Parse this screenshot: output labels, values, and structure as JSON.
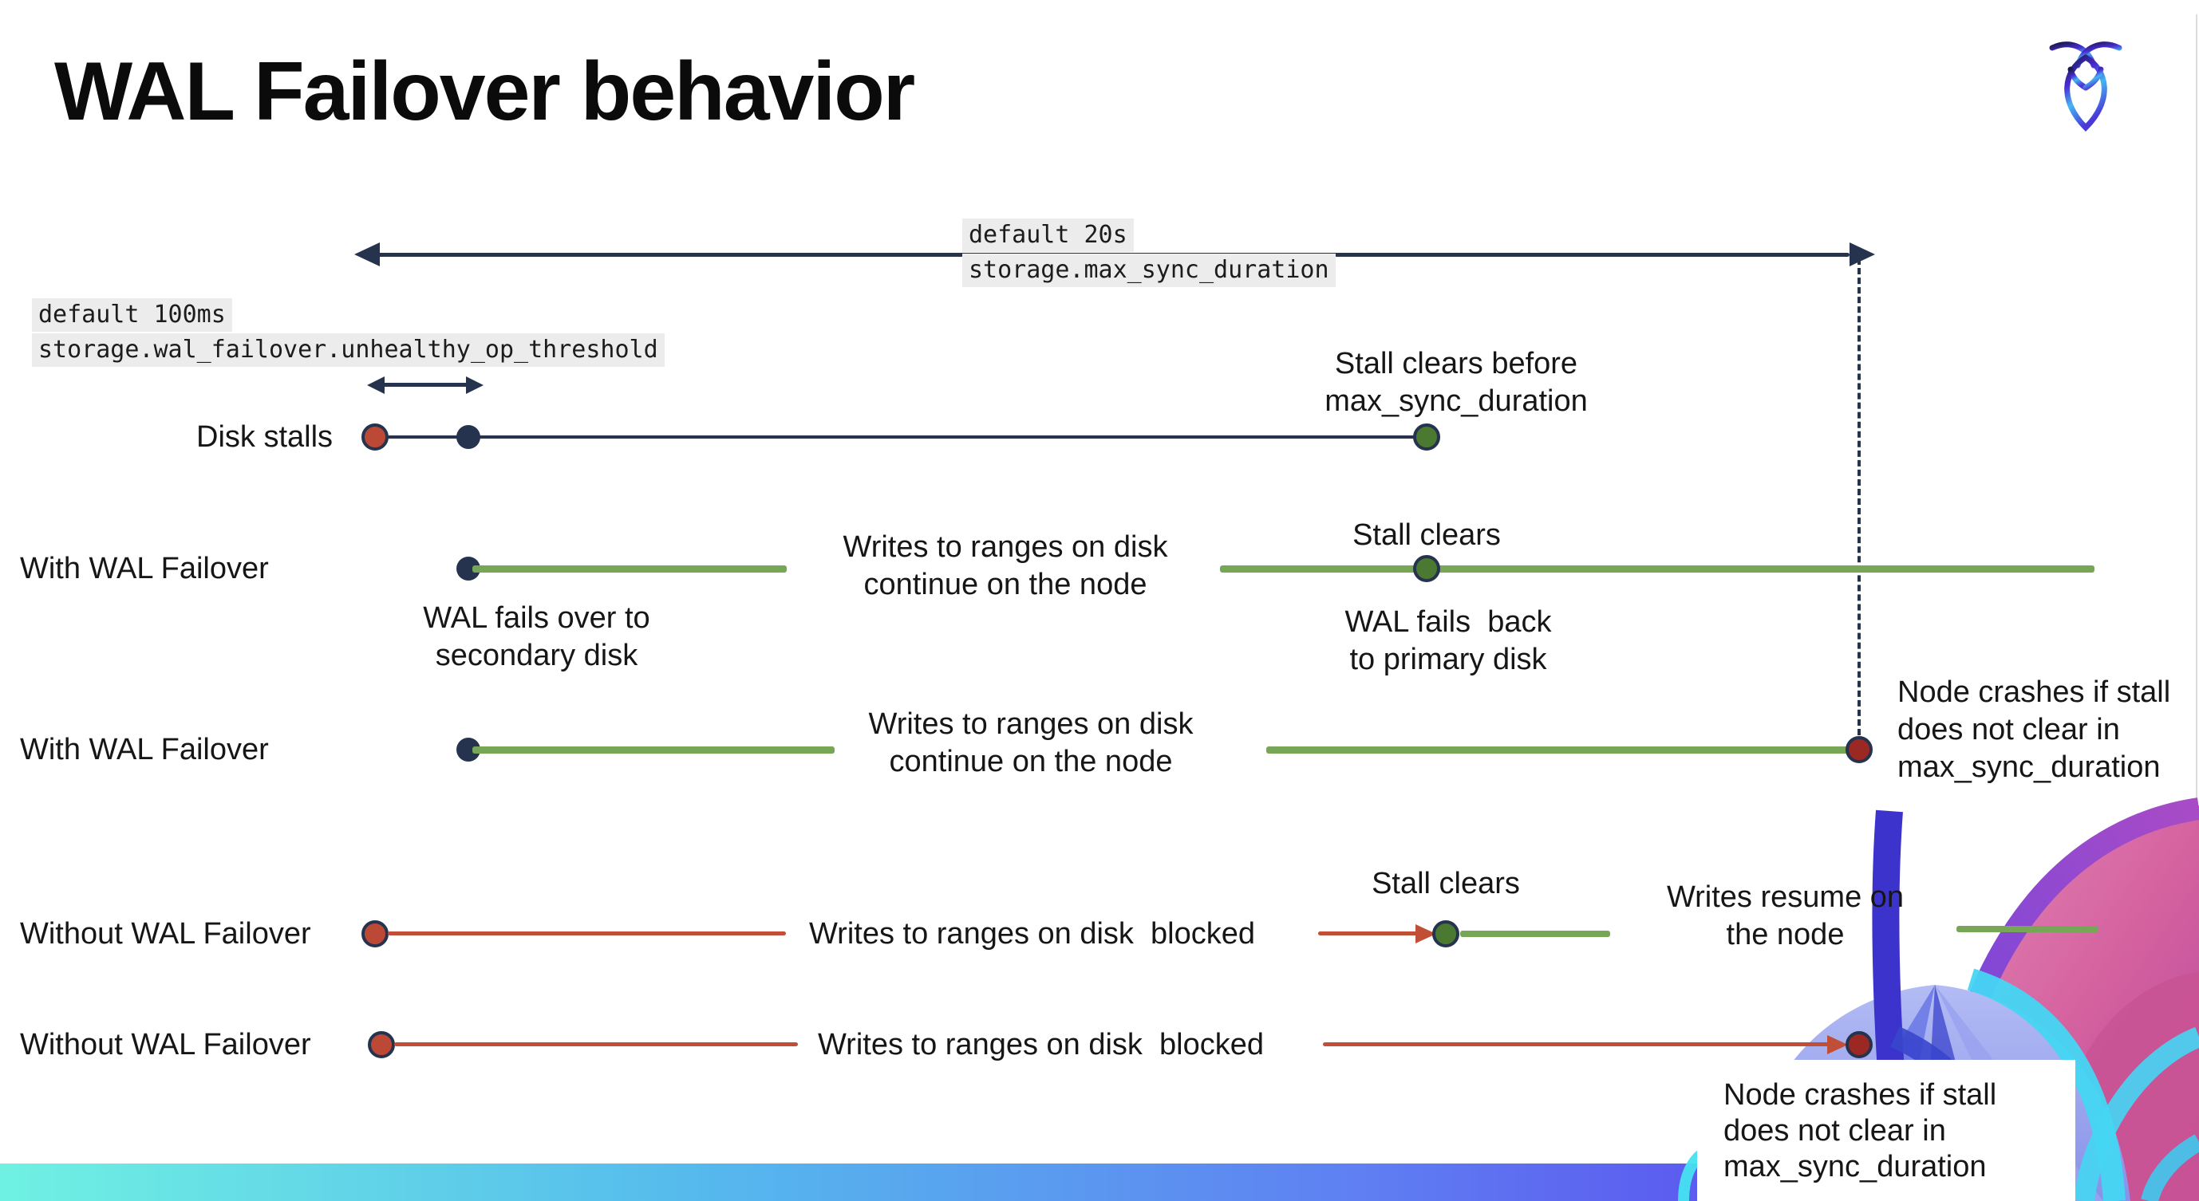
{
  "title": "WAL Failover behavior",
  "logo_name": "cockroachdb-logo",
  "callouts": {
    "op_threshold": {
      "default_value": "default 100ms",
      "setting": "storage.wal_failover.unhealthy_op_threshold"
    },
    "max_sync": {
      "default_value": "default 20s",
      "setting": "storage.max_sync_duration"
    }
  },
  "rows": {
    "disk_stalls": {
      "label": "Disk stalls",
      "stall_clears": "Stall clears before\nmax_sync_duration"
    },
    "with_failover_1": {
      "label": "With WAL Failover",
      "writes": "Writes to ranges on disk\ncontinue on the node",
      "fails_over": "WAL fails over to\nsecondary disk",
      "stall_clears": "Stall clears",
      "fails_back": "WAL fails  back\nto primary disk"
    },
    "with_failover_2": {
      "label": "With WAL Failover",
      "writes": "Writes to ranges on disk\ncontinue on the node",
      "crash": "Node crashes if stall\ndoes not clear in\nmax_sync_duration"
    },
    "without_failover_1": {
      "label": "Without WAL Failover",
      "writes_blocked": "Writes to ranges on disk  blocked",
      "stall_clears": "Stall clears",
      "resume": "Writes resume on\nthe node"
    },
    "without_failover_2": {
      "label": "Without WAL Failover",
      "writes_blocked": "Writes to ranges on disk  blocked",
      "crash": "Node crashes if stall\ndoes not clear in\nmax_sync_duration"
    }
  },
  "colors": {
    "navy": "#25334f",
    "green": "#76a656",
    "green_dot": "#4b7931",
    "red": "#c14f37",
    "red_dot": "#bc4936",
    "dark_red": "#9b2823",
    "label_bg": "#ececec",
    "bar_cyan": "#6ff1e2",
    "bar_sky": "#55b9ed",
    "bar_blue": "#5f7ff2",
    "bar_indigo": "#5a4bee",
    "bar_purple": "#7a46ef"
  }
}
